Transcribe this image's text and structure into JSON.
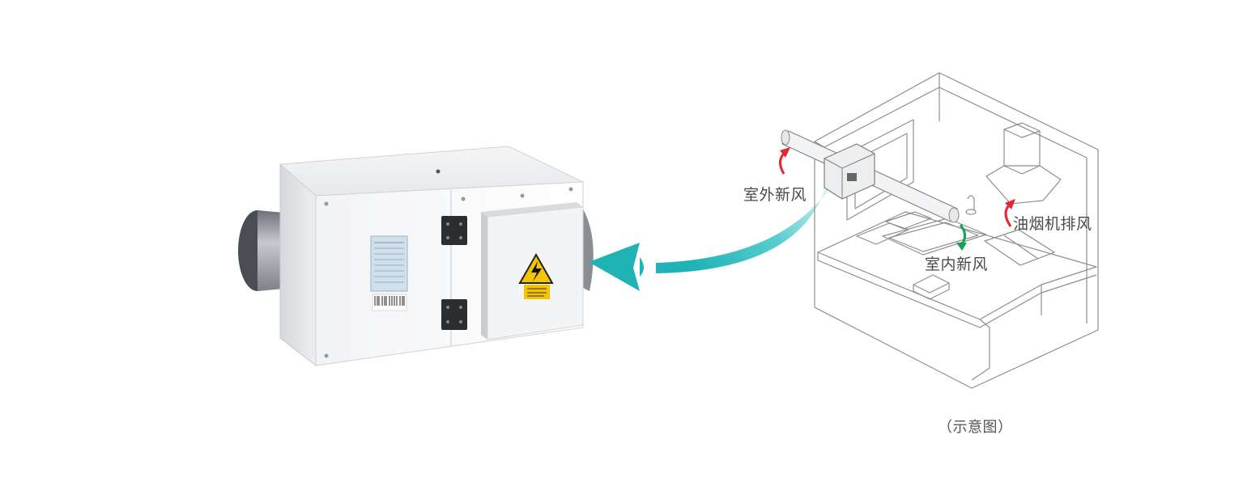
{
  "labels": {
    "outdoor_fresh_air": "室外新风",
    "indoor_fresh_air": "室内新风",
    "hood_exhaust": "油烟机排风",
    "caption": "（示意图）"
  },
  "colors": {
    "flow_arrow": "#3cc4c6",
    "outdoor_arrow": "#e0282e",
    "exhaust_arrow": "#e0282e",
    "indoor_arrow": "#16a05a"
  },
  "icons": [
    "high-voltage-warning-icon",
    "barcode-icon"
  ]
}
